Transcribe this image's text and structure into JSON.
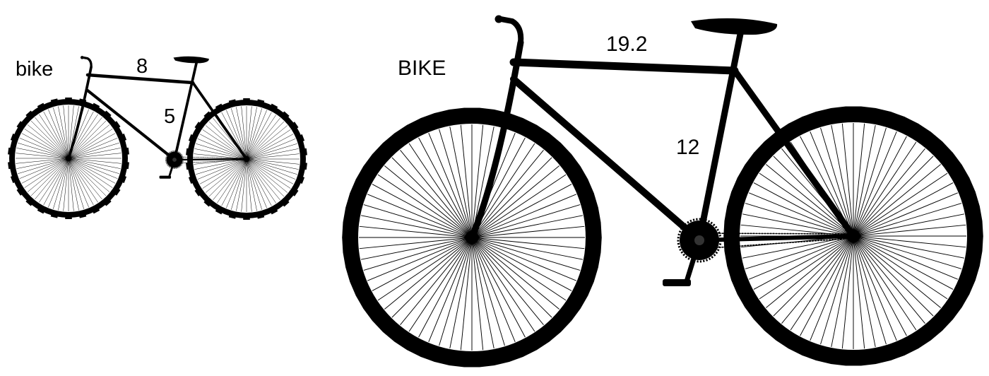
{
  "bikes": {
    "small": {
      "name": "bike",
      "top_tube": "8",
      "seat_tube": "5"
    },
    "large": {
      "name": "BIKE",
      "top_tube": "19.2",
      "seat_tube": "12"
    }
  },
  "colors": {
    "frame": "#000000",
    "background": "#ffffff"
  }
}
